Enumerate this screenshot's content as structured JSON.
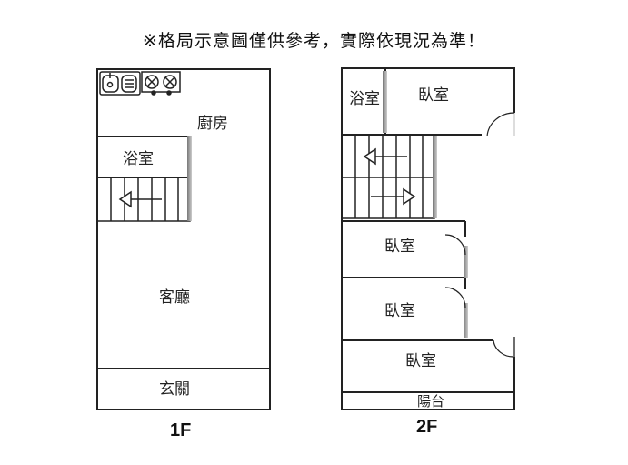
{
  "note": "※格局示意圖僅供參考，實際依現況為準！",
  "floors": [
    {
      "label": "1F",
      "rooms": {
        "kitchen": "廚房",
        "bathroom": "浴室",
        "living": "客廳",
        "entrance": "玄關"
      }
    },
    {
      "label": "2F",
      "rooms": {
        "bathroom": "浴室",
        "bedroom_1": "臥室",
        "bedroom_2": "臥室",
        "bedroom_3": "臥室",
        "bedroom_4": "臥室",
        "balcony": "陽台"
      }
    }
  ]
}
